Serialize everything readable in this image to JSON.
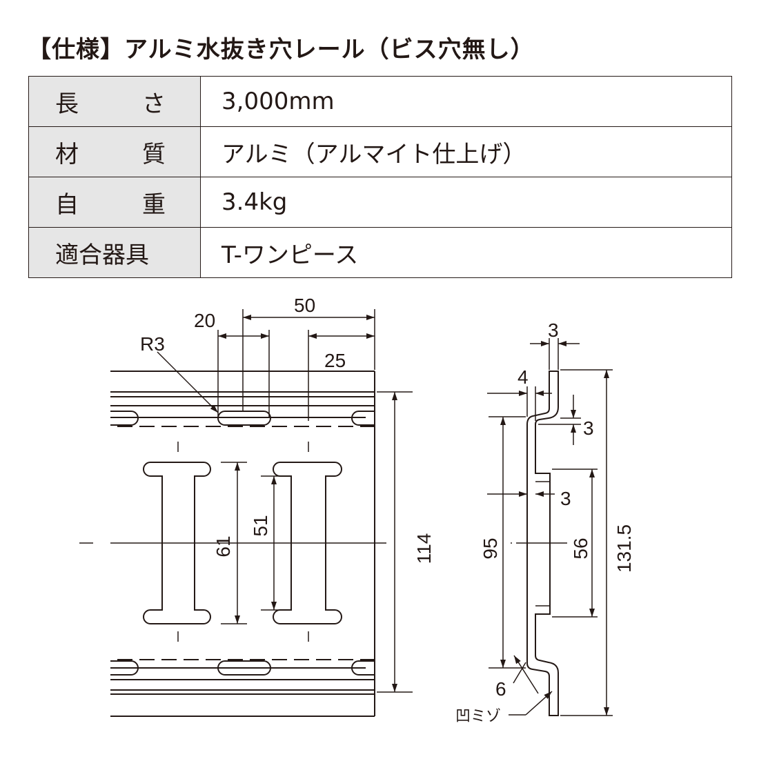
{
  "title": "【仕様】アルミ水抜き穴レール（ビス穴無し）",
  "spec_rows": [
    {
      "label_left": "長",
      "label_right": "さ",
      "label": "",
      "value": "3,000mm"
    },
    {
      "label_left": "材",
      "label_right": "質",
      "label": "",
      "value": "アルミ（アルマイト仕上げ）"
    },
    {
      "label_left": "自",
      "label_right": "重",
      "label": "",
      "value": "3.4kg"
    },
    {
      "label_left": "",
      "label_right": "",
      "label": "適合器具",
      "value": "T-ワンピース"
    }
  ],
  "front_view": {
    "dim_50": "50",
    "dim_20": "20",
    "dim_25": "25",
    "radius_r3": "R3",
    "dim_61": "61",
    "dim_51": "51",
    "dim_114": "114"
  },
  "side_view": {
    "dim_3_top": "3",
    "dim_4": "4",
    "dim_3_lip": "3",
    "dim_3_inner": "3",
    "dim_95": "95",
    "dim_56": "56",
    "dim_131_5": "131.5",
    "dim_6": "6",
    "groove_label": "凹ミゾ"
  },
  "colors": {
    "line": "#231815",
    "label_bg": "#e6e6e6"
  }
}
